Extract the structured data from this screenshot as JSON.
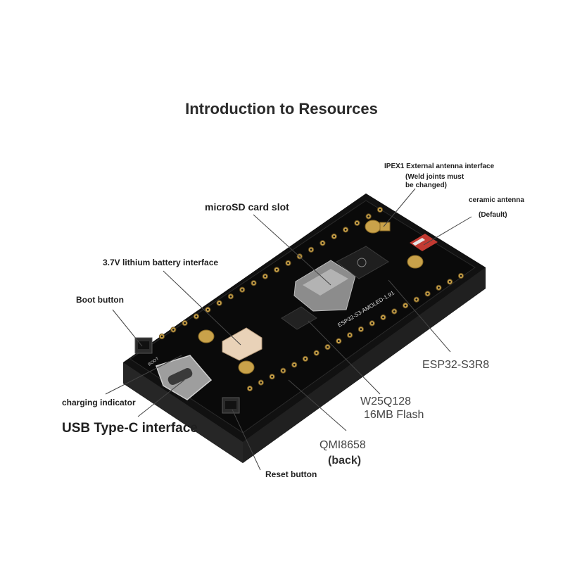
{
  "title": "Introduction to Resources",
  "labels": {
    "ipex1": "IPEX1 External antenna interface",
    "ipex1_note_1": "(Weld joints must",
    "ipex1_note_2": "be changed)",
    "ceramic": "ceramic antenna",
    "ceramic_note": "(Default)",
    "microsd": "microSD card slot",
    "battery": "3.7V lithium battery interface",
    "boot": "Boot button",
    "esp32": "ESP32-S3R8",
    "charging": "charging indicator",
    "w25q128": "W25Q128",
    "flash": "16MB Flash",
    "usbc": "USB Type-C interface",
    "qmi": "QMI8658",
    "back": "(back)",
    "reset": "Reset button"
  },
  "board": {
    "silk_text": "ESP32-S3-AMOLED-1.91",
    "boot_silk": "BOOT",
    "colors": {
      "case": "#151515",
      "pcb": "#0d0d0d",
      "gold": "#c9a24a",
      "antenna_red": "#c23a32",
      "line": "#444444"
    }
  }
}
